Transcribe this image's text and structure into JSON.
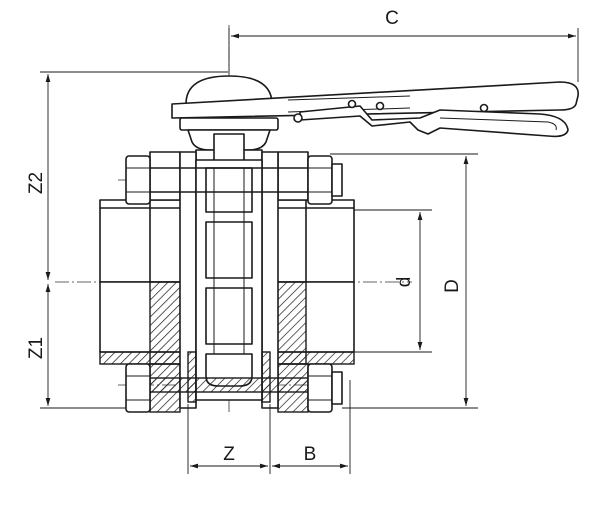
{
  "dimensions": {
    "c": "C",
    "z2": "Z2",
    "z1": "Z1",
    "d_small": "d",
    "d_large": "D",
    "z": "Z",
    "b": "B"
  }
}
